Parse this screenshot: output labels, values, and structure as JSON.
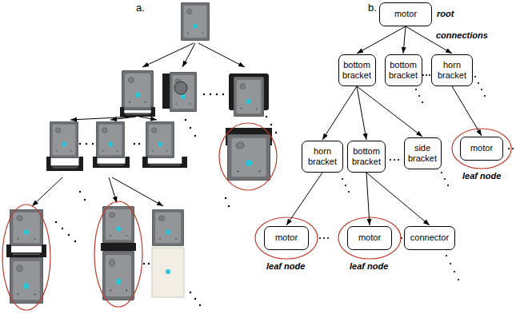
{
  "diagram": {
    "nodes": [
      {
        "text": [
          "motor"
        ]
      },
      {
        "text": [
          "bottom bracket"
        ]
      },
      {
        "text": [
          "bottom bracket"
        ]
      },
      {
        "text": [
          "horn bracket"
        ]
      },
      {
        "text": [
          "horn bracket"
        ]
      },
      {
        "text": [
          "bottom bracket"
        ]
      },
      {
        "text": [
          "side bracket"
        ]
      },
      {
        "text": [
          "motor"
        ]
      },
      {
        "text": [
          "motor"
        ]
      },
      {
        "text": [
          "motor"
        ]
      },
      {
        "text": [
          "connector"
        ]
      }
    ],
    "edges": [
      {
        "from": 0,
        "to": 1,
        "arrow": "to"
      },
      {
        "from": 0,
        "to": 2,
        "arrow": "to"
      },
      {
        "from": 0,
        "to": 3,
        "arrow": "to"
      },
      {
        "from": 1,
        "to": 4,
        "arrow": "to"
      },
      {
        "from": 1,
        "to": 5,
        "arrow": "to"
      },
      {
        "from": 1,
        "to": 6,
        "arrow": "to"
      },
      {
        "from": 3,
        "to": 7,
        "arrow": "to"
      },
      {
        "from": 4,
        "to": 8,
        "arrow": "to"
      },
      {
        "from": 5,
        "to": 9,
        "arrow": "to"
      },
      {
        "from": 5,
        "to": 10,
        "arrow": "to"
      }
    ],
    "labels": [
      "a.",
      "b.",
      "root",
      "connections",
      "leaf node",
      "leaf node",
      "leaf node"
    ]
  }
}
